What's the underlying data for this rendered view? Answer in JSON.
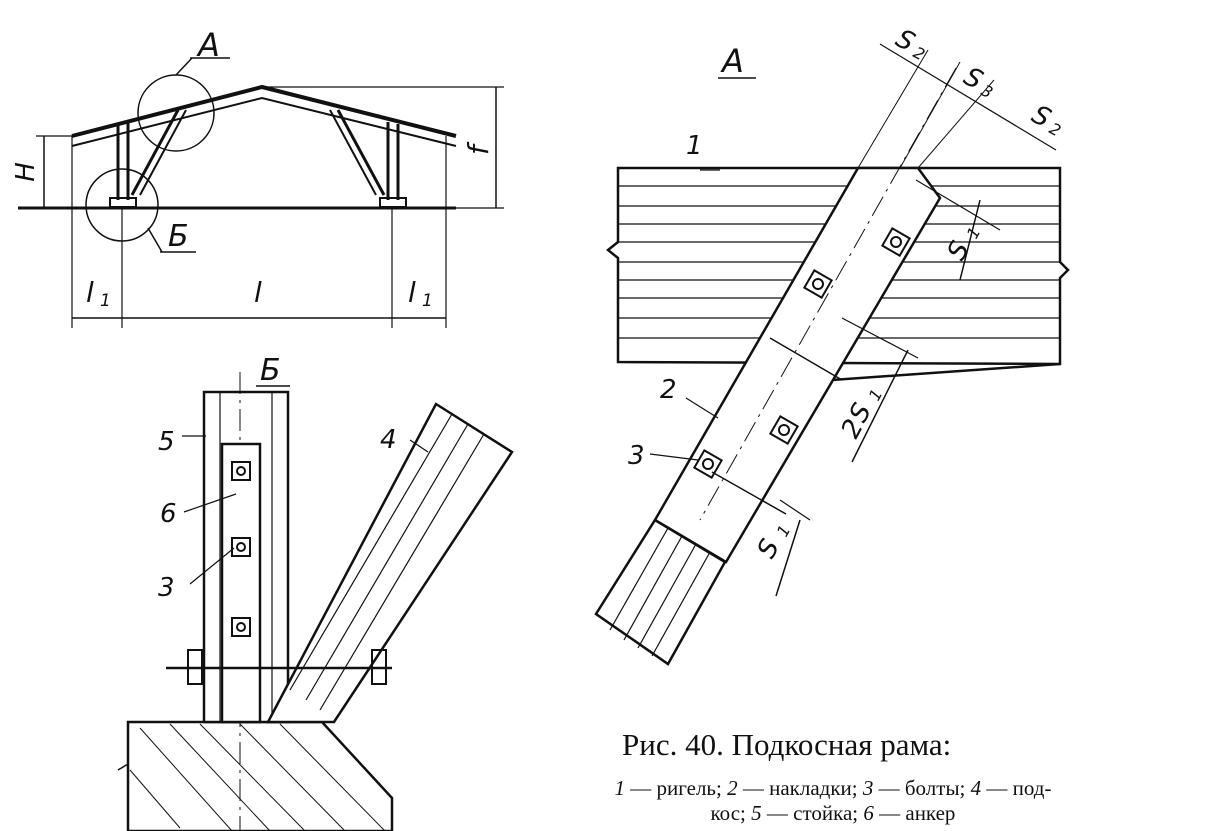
{
  "labels": {
    "view_a": "А",
    "view_b": "Б",
    "H": "H",
    "f": "f",
    "l1": "l",
    "l1_sub": "1",
    "l": "l",
    "s": "S",
    "s1_sub": "1",
    "s2_sub": "2",
    "s3_sub": "3",
    "two": "2"
  },
  "callouts": {
    "ригель": "1",
    "накладки": "2",
    "болты": "3",
    "подкос": "4",
    "стойка": "5",
    "анкер": "6"
  },
  "caption": {
    "title": "Рис. 40. Подкосная рама:",
    "legend_line1": [
      {
        "num": "1",
        "text": " — ригель; "
      },
      {
        "num": "2",
        "text": " — накладки; "
      },
      {
        "num": "3",
        "text": " — болты; "
      },
      {
        "num": "4",
        "text": " — под-"
      }
    ],
    "legend_line2": [
      {
        "num": "",
        "text": "кос; "
      },
      {
        "num": "5",
        "text": " — стойка; "
      },
      {
        "num": "6",
        "text": " — анкер"
      }
    ]
  },
  "colors": {
    "ink": "#111111",
    "paper": "#ffffff"
  }
}
